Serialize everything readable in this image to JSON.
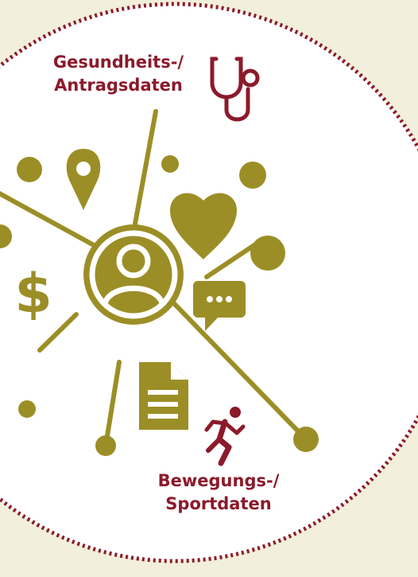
{
  "colors": {
    "background": "#f2efdc",
    "circle_fill": "#ffffff",
    "circle_border": "#8b1a2a",
    "icon_olive": "#9c8e26",
    "accent": "#8b1a2a"
  },
  "labels": {
    "health_line1": "Gesundheits-/",
    "health_line2": "Antragsdaten",
    "sport_line1": "Bewegungs-/",
    "sport_line2": "Sportdaten"
  },
  "icons": [
    "user-avatar-icon",
    "location-pin-icon",
    "heart-icon",
    "chat-bubble-icon",
    "dollar-icon",
    "document-icon",
    "stethoscope-icon",
    "runner-icon"
  ]
}
